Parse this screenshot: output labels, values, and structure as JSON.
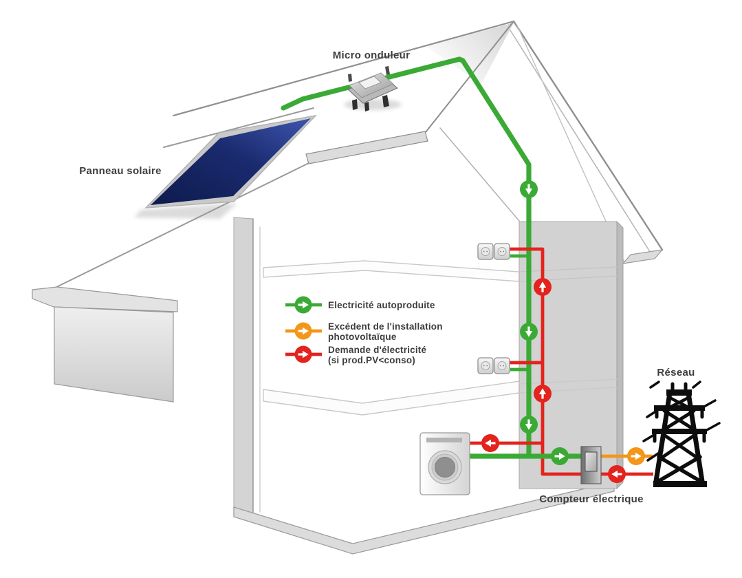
{
  "labels": {
    "micro_inverter": "Micro onduleur",
    "solar_panel": "Panneau solaire",
    "grid": "Réseau",
    "meter": "Compteur électrique"
  },
  "legend": {
    "items": [
      {
        "id": "autoproduced",
        "color": "#3aaa35",
        "line1": "Electricité autoproduite",
        "line2": ""
      },
      {
        "id": "pv-excess",
        "color": "#f39619",
        "line1": "Excédent de l'installation",
        "line2": "photovoltaïque"
      },
      {
        "id": "demand",
        "color": "#e3231d",
        "line1": "Demande d'électricité",
        "line2": "(si prod.PV<conso)"
      }
    ]
  },
  "colors": {
    "autoproduced_green": "#3aaa35",
    "excess_orange": "#f39619",
    "demand_red": "#e3231d",
    "panel_navy": "#16256b",
    "pylon_black": "#0d0d0d"
  }
}
